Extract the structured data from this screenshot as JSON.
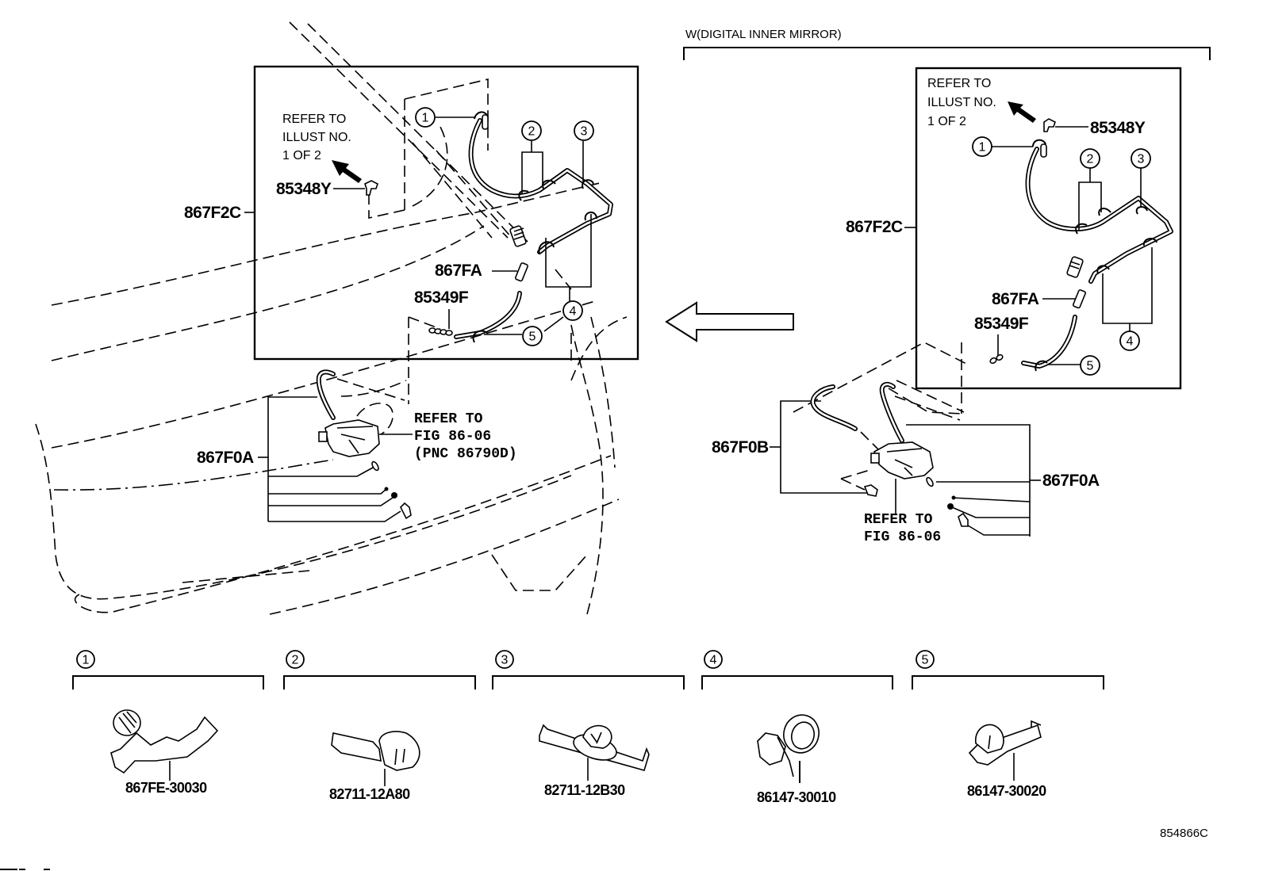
{
  "diagram": {
    "illustration_id": "854866C",
    "variant_label": "W(DIGITAL INNER MIRROR)",
    "left_view": {
      "refer_illust_note": [
        "REFER TO",
        "ILLUST NO.",
        "1 OF 2"
      ],
      "refer_fig_note": [
        "REFER TO",
        "FIG 86-06",
        "(PNC 86790D)"
      ],
      "part_labels": {
        "assembly": "867F2C",
        "clip_connector": "85348Y",
        "joint": "867FA",
        "nozzle": "85349F",
        "bracket_set": "867F0A"
      },
      "callouts": [
        "1",
        "2",
        "3",
        "4",
        "5"
      ]
    },
    "right_view": {
      "refer_illust_note": [
        "REFER TO",
        "ILLUST NO.",
        "1 OF 2"
      ],
      "refer_fig_note": [
        "REFER TO",
        "FIG 86-06"
      ],
      "part_labels": {
        "assembly": "867F2C",
        "clip_connector": "85348Y",
        "joint": "867FA",
        "nozzle": "85349F",
        "bracket_set_b": "867F0B",
        "bracket_set_a": "867F0A"
      },
      "callouts": [
        "1",
        "2",
        "3",
        "4",
        "5"
      ]
    },
    "detail_parts": [
      {
        "callout": "1",
        "part_number": "867FE-30030"
      },
      {
        "callout": "2",
        "part_number": "82711-12A80"
      },
      {
        "callout": "3",
        "part_number": "82711-12B30"
      },
      {
        "callout": "4",
        "part_number": "86147-30010"
      },
      {
        "callout": "5",
        "part_number": "86147-30020"
      }
    ]
  }
}
